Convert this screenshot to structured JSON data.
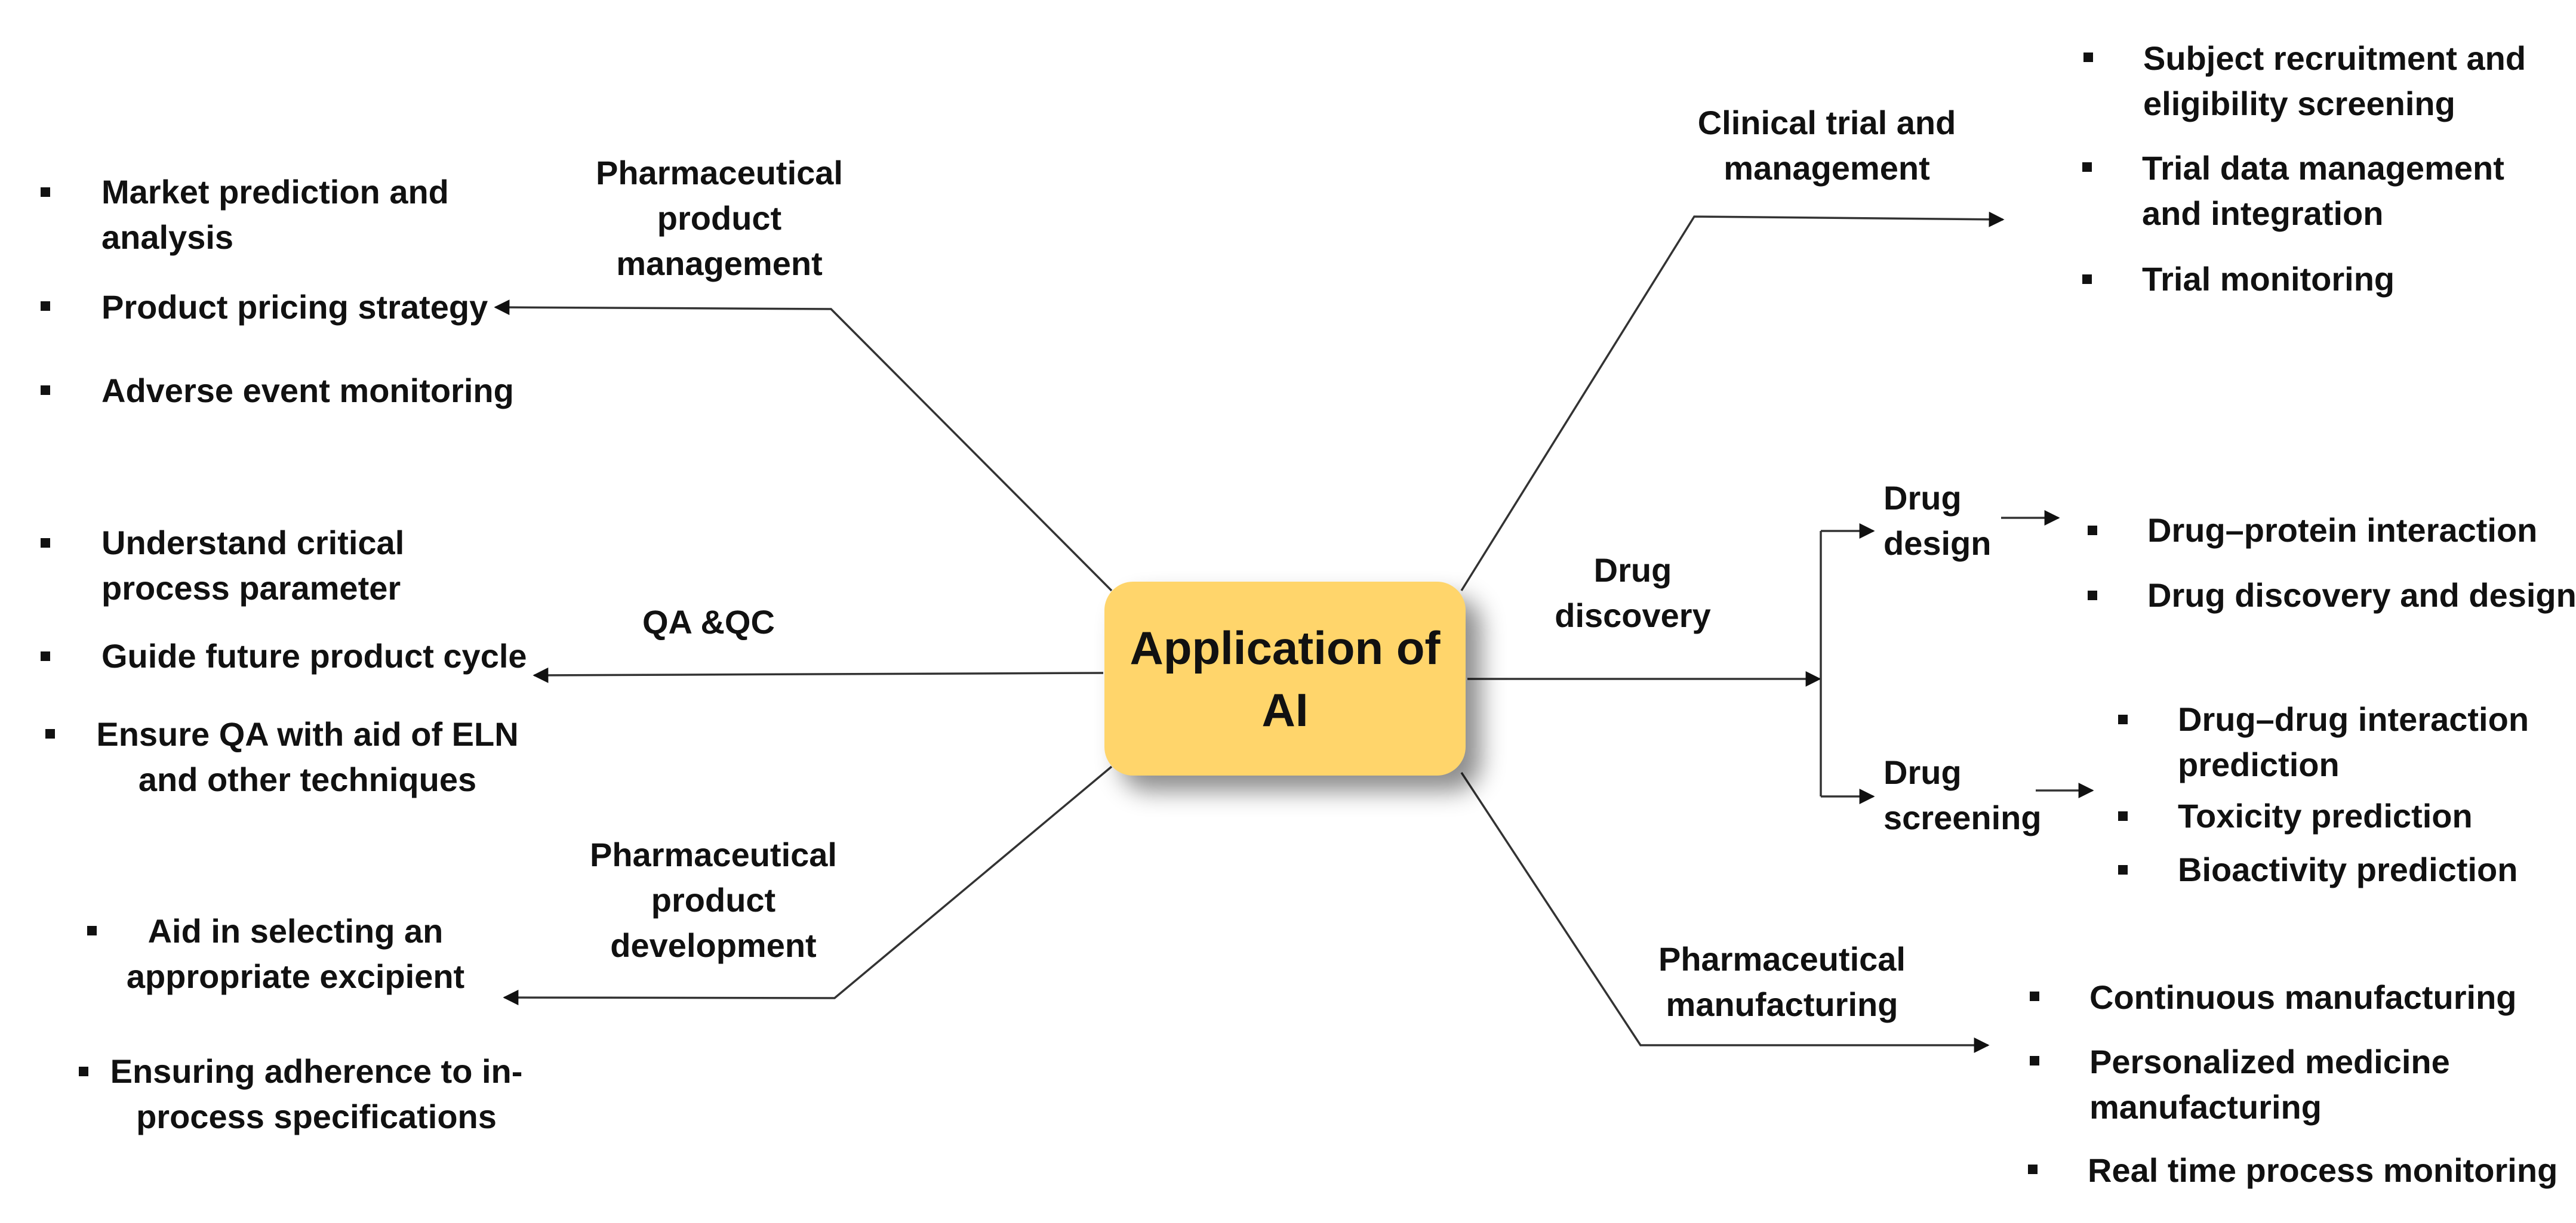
{
  "center": {
    "label": "Application of AI"
  },
  "branches": {
    "product_management": {
      "label": "Pharmaceutical product management",
      "items": [
        "Market prediction and analysis",
        "Product pricing strategy",
        "Adverse event monitoring"
      ]
    },
    "qa_qc": {
      "label": "QA &QC",
      "items": [
        "Understand critical process parameter",
        "Guide future product cycle",
        "Ensure QA with aid of ELN and other techniques"
      ]
    },
    "product_development": {
      "label": "Pharmaceutical product development",
      "items": [
        "Aid in selecting an appropriate excipient",
        "Ensuring adherence to in-process specifications"
      ]
    },
    "clinical_trial": {
      "label": "Clinical trial and management",
      "items": [
        "Subject recruitment and eligibility screening",
        "Trial data management and integration",
        "Trial monitoring"
      ]
    },
    "drug_discovery": {
      "label": "Drug discovery",
      "design": {
        "label": "Drug design",
        "items": [
          "Drug–protein interaction",
          "Drug discovery and design"
        ]
      },
      "screening": {
        "label": "Drug screening",
        "items": [
          "Drug–drug interaction prediction",
          "Toxicity prediction",
          "Bioactivity prediction"
        ]
      }
    },
    "manufacturing": {
      "label": "Pharmaceutical manufacturing",
      "items": [
        "Continuous manufacturing",
        "Personalized medicine manufacturing",
        "Real time process monitoring"
      ]
    }
  },
  "colors": {
    "center_fill": "#ffd56b",
    "line": "#333333",
    "text": "#111111"
  }
}
